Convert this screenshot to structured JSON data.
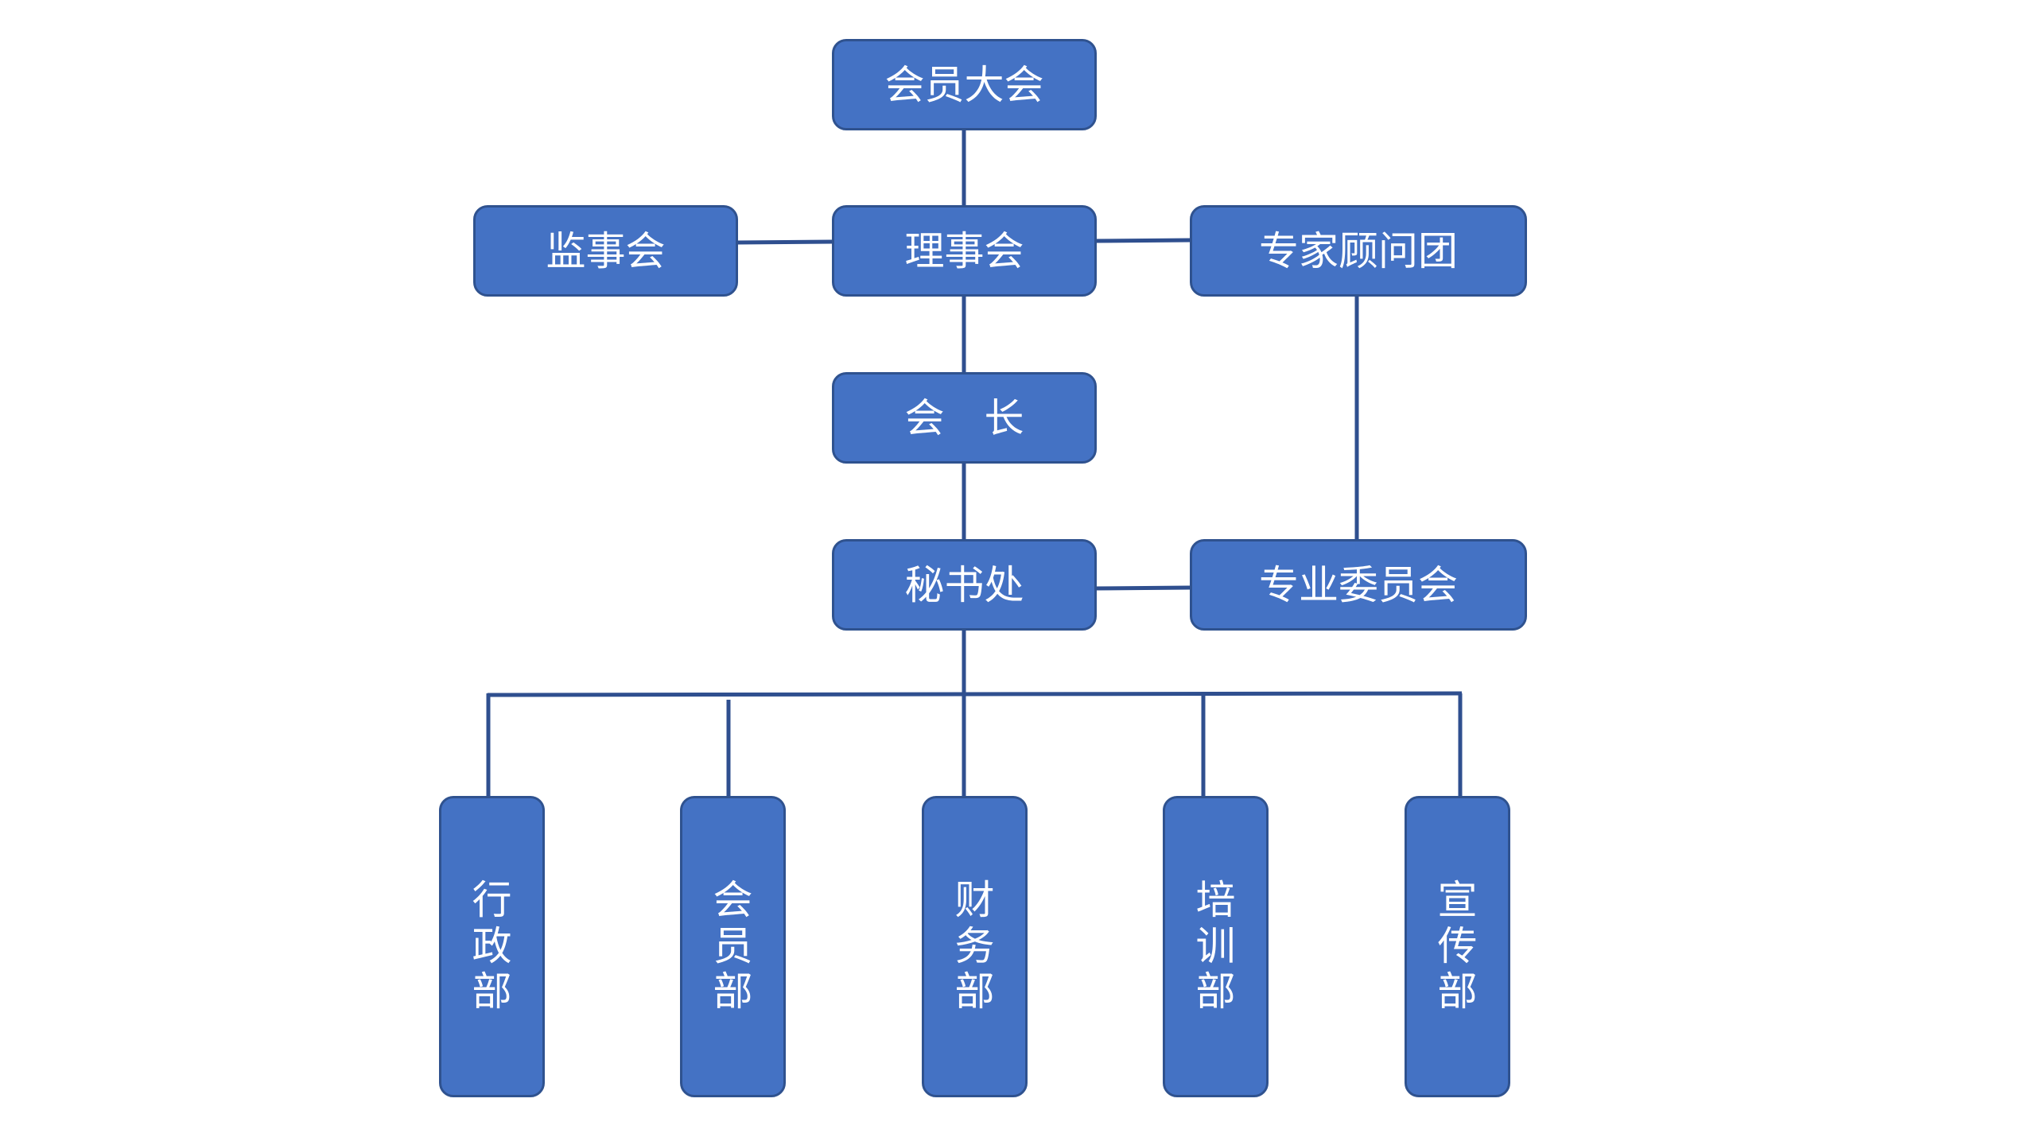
{
  "diagram": {
    "nodes": {
      "general_assembly": "会员大会",
      "board": "理事会",
      "supervisory_board": "监事会",
      "expert_team": "专家顾问团",
      "president": "会　长",
      "secretariat": "秘书处",
      "professional_committee": "专业委员会",
      "departments": [
        {
          "label": "行政部"
        },
        {
          "label": "会员部"
        },
        {
          "label": "财务部"
        },
        {
          "label": "培训部"
        },
        {
          "label": "宣传部"
        }
      ]
    },
    "colors": {
      "node_fill": "#4472c4",
      "node_border": "#2f528f",
      "connector": "#2f4f8f",
      "text": "#ffffff"
    }
  }
}
